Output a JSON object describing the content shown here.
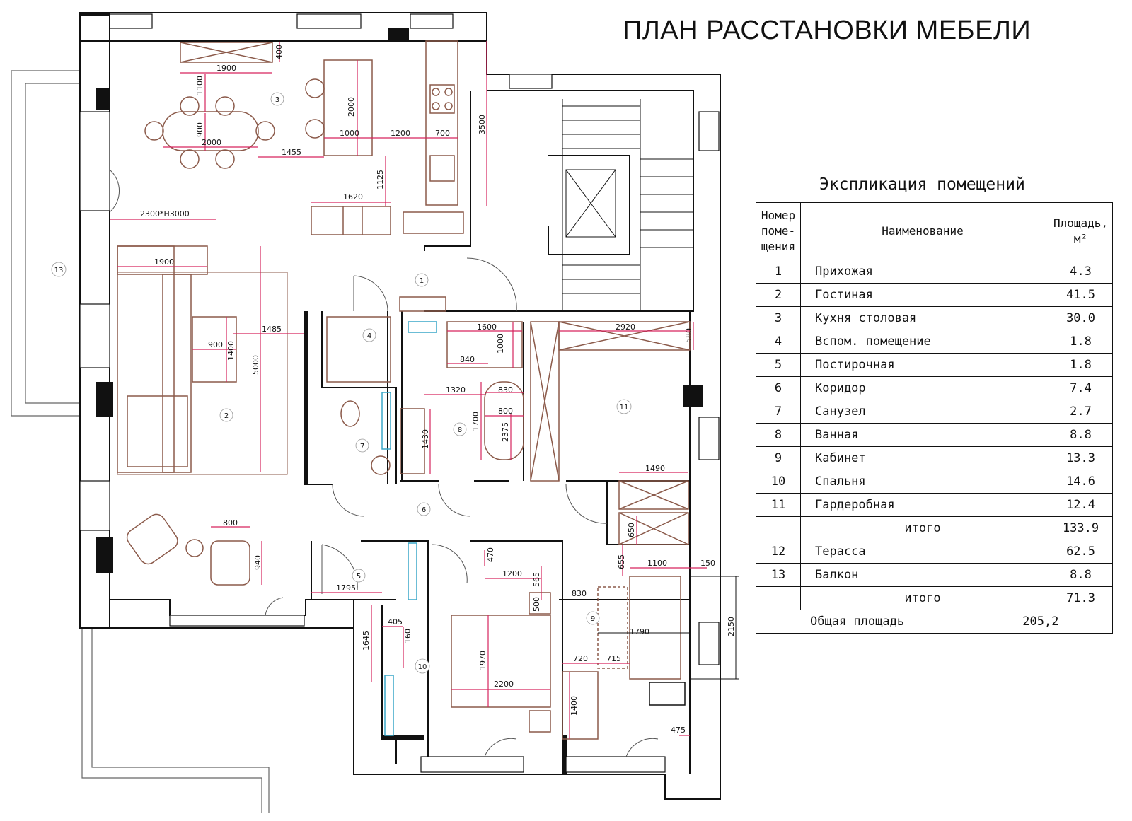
{
  "title": "ПЛАН РАССТАНОВКИ МЕБЕЛИ",
  "explication": {
    "title": "Экспликация помещений",
    "header": {
      "number": [
        "Номер",
        "поме-",
        "щения"
      ],
      "name": "Наименование",
      "area": [
        "Площадь,",
        "м²"
      ]
    },
    "rooms": [
      {
        "num": "1",
        "name": "Прихожая",
        "area": "4.3"
      },
      {
        "num": "2",
        "name": "Гостиная",
        "area": "41.5"
      },
      {
        "num": "3",
        "name": "Кухня столовая",
        "area": "30.0"
      },
      {
        "num": "4",
        "name": "Вспом. помещение",
        "area": "1.8"
      },
      {
        "num": "5",
        "name": "Постирочная",
        "area": "1.8"
      },
      {
        "num": "6",
        "name": "Коридор",
        "area": "7.4"
      },
      {
        "num": "7",
        "name": "Санузел",
        "area": "2.7"
      },
      {
        "num": "8",
        "name": "Ванная",
        "area": "8.8"
      },
      {
        "num": "9",
        "name": "Кабинет",
        "area": "13.3"
      },
      {
        "num": "10",
        "name": "Спальня",
        "area": "14.6"
      },
      {
        "num": "11",
        "name": "Гардеробная",
        "area": "12.4"
      }
    ],
    "subtotal1": {
      "label": "итого",
      "area": "133.9"
    },
    "rooms2": [
      {
        "num": "12",
        "name": "Терасса",
        "area": "62.5"
      },
      {
        "num": "13",
        "name": "Балкон",
        "area": "8.8"
      }
    ],
    "subtotal2": {
      "label": "итого",
      "area": "71.3"
    },
    "grand_total": {
      "label": "Общая площадь",
      "area": "205,2"
    }
  },
  "room_markers": [
    "1",
    "2",
    "3",
    "4",
    "5",
    "6",
    "7",
    "8",
    "9",
    "10",
    "11",
    "13"
  ],
  "dimensions": [
    "400",
    "1900",
    "1100",
    "900",
    "2000",
    "1455",
    "2000",
    "1000",
    "1200",
    "700",
    "3500",
    "1125",
    "1620",
    "2300*H3000",
    "1900",
    "1485",
    "900",
    "1400",
    "5000",
    "1600",
    "1000",
    "840",
    "2920",
    "580",
    "1320",
    "830",
    "800",
    "1700",
    "2375",
    "1430",
    "1490",
    "650",
    "655",
    "1100",
    "150",
    "800",
    "940",
    "470",
    "1200",
    "565",
    "500",
    "830",
    "1795",
    "405",
    "160",
    "1645",
    "1970",
    "2200",
    "1790",
    "720",
    "715",
    "1400",
    "475",
    "2150"
  ],
  "colors": {
    "wall": "#111111",
    "furniture": "#8b5a4a",
    "dimension": "#d6245e",
    "text": "#111111",
    "water": "#3aa7c8"
  }
}
